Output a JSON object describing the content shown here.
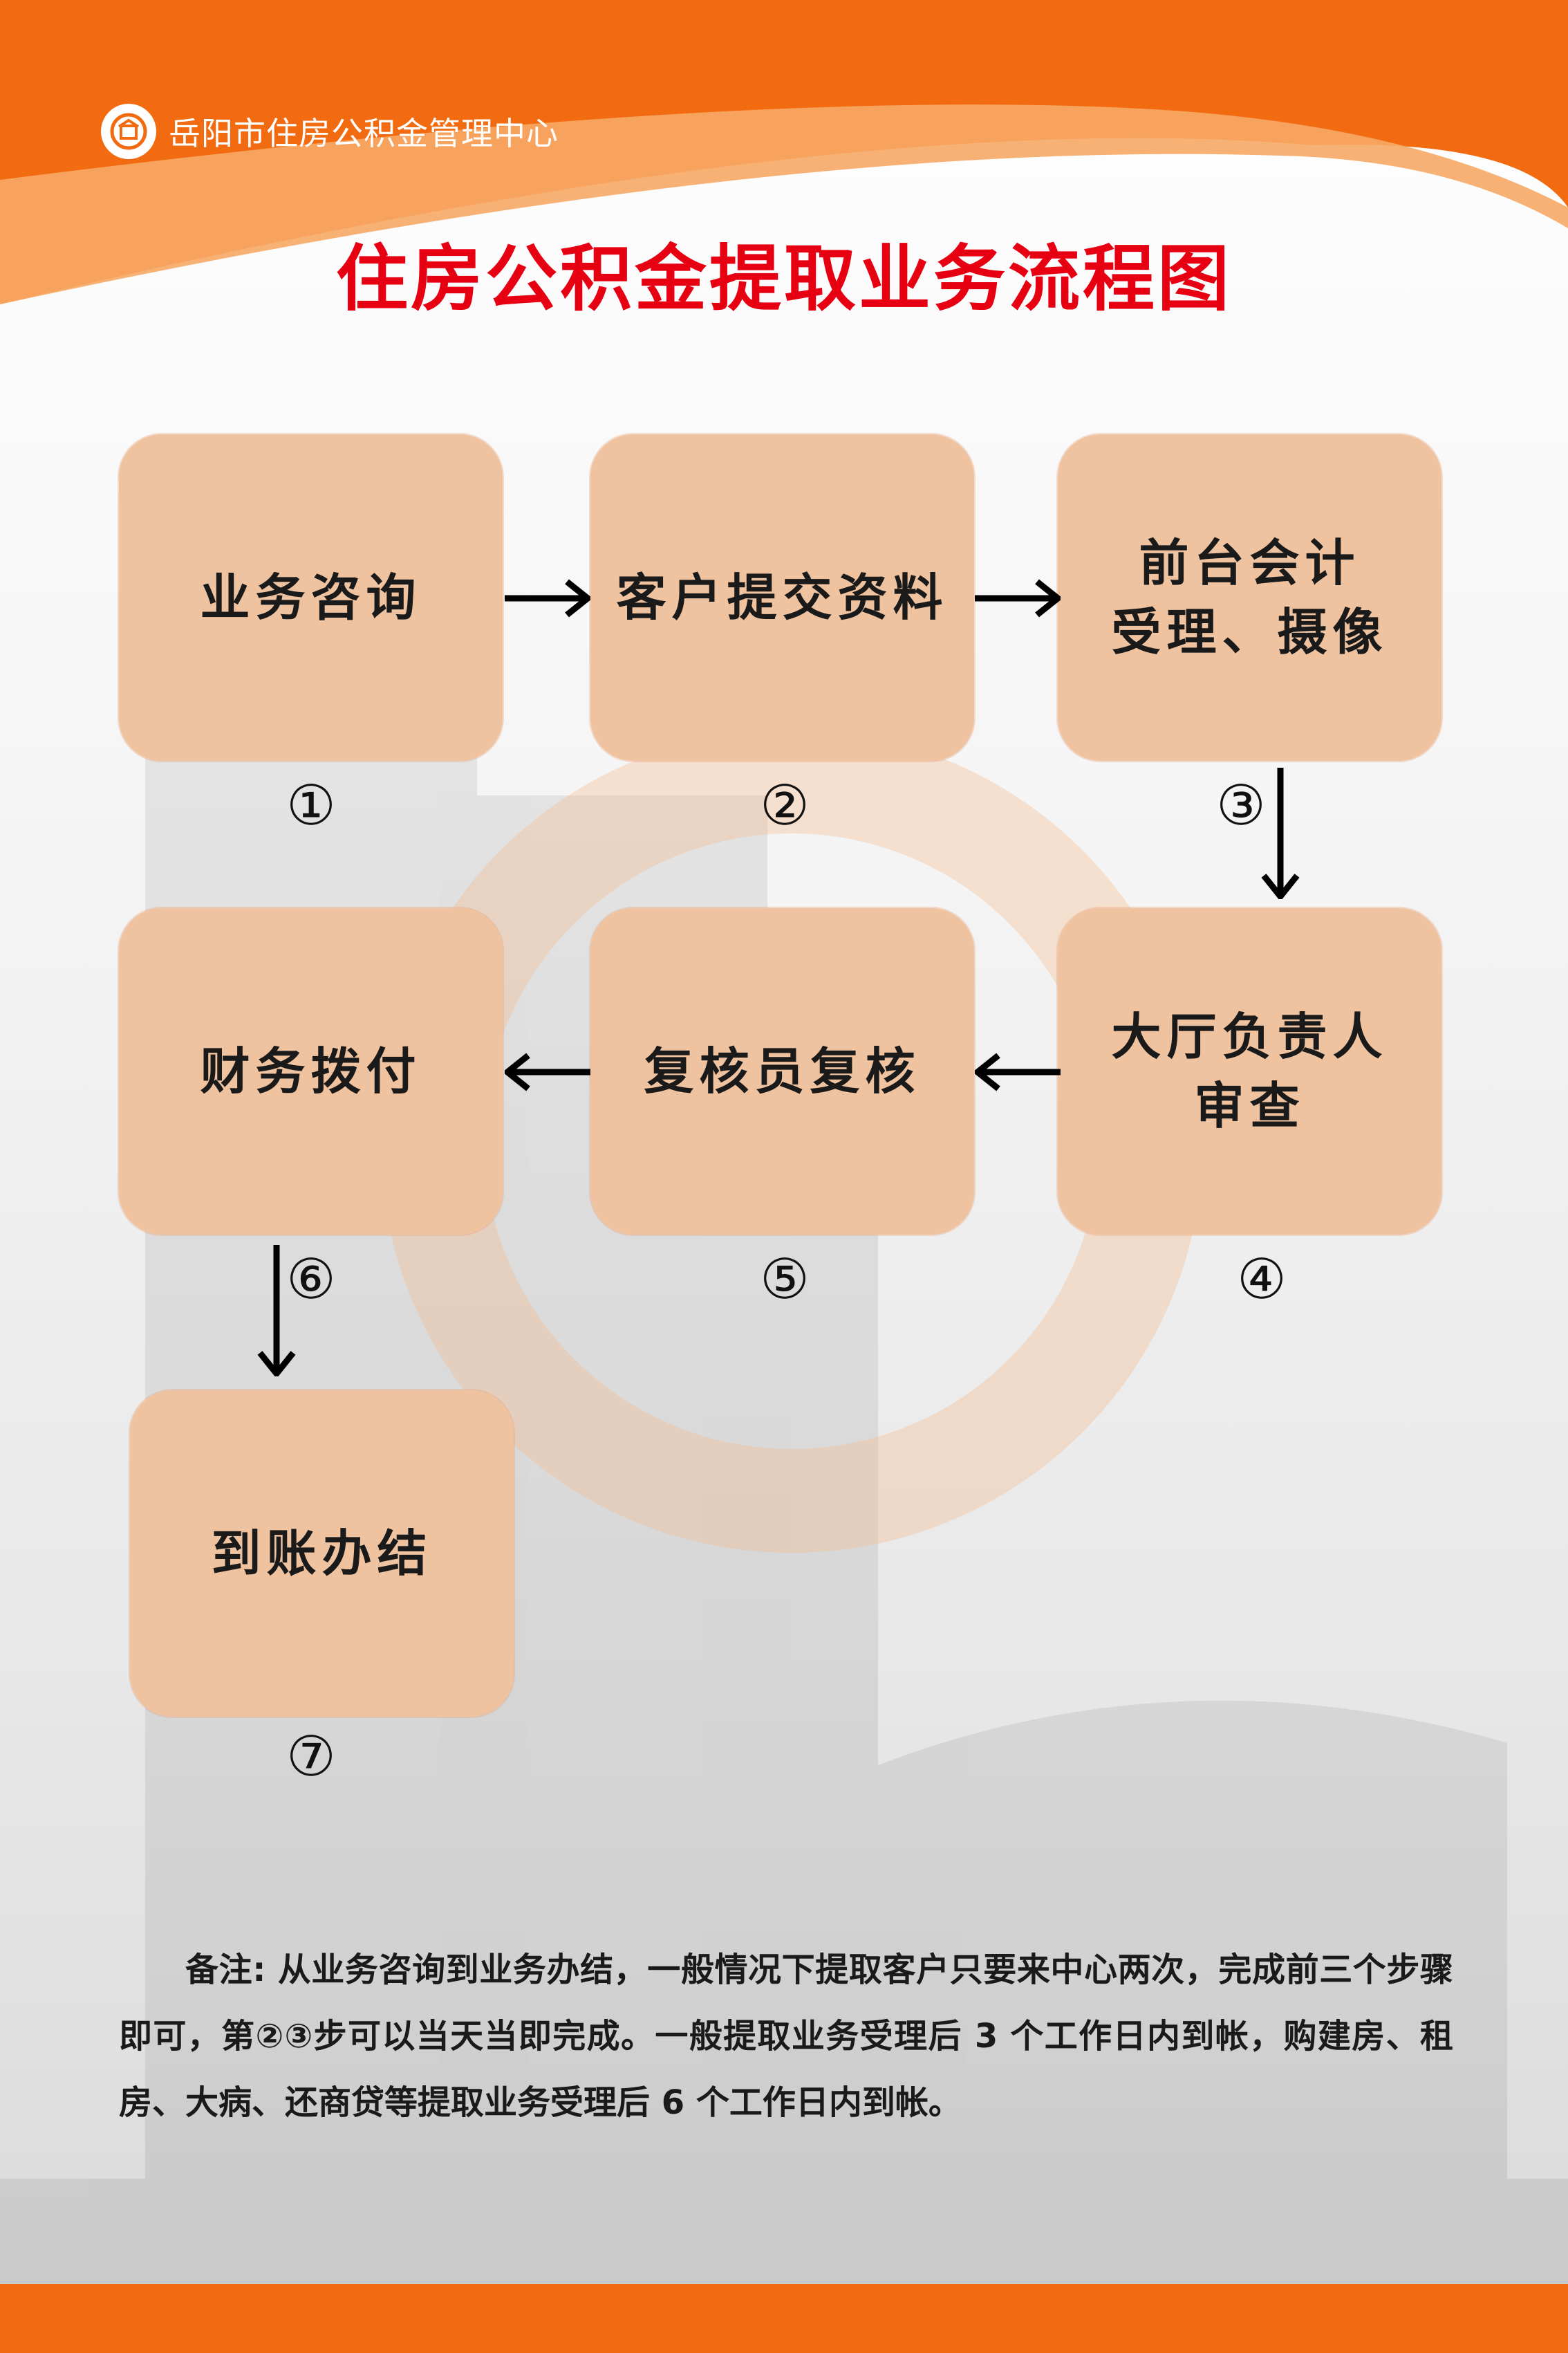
{
  "header": {
    "org_name": "岳阳市住房公积金管理中心"
  },
  "title": "住房公积金提取业务流程图",
  "steps": [
    {
      "number": "①",
      "label": "业务咨询"
    },
    {
      "number": "②",
      "label": "客户提交资料"
    },
    {
      "number": "③",
      "label": "前台会计\n受理、摄像"
    },
    {
      "number": "④",
      "label": "大厅负责人\n审查"
    },
    {
      "number": "⑤",
      "label": "复核员复核"
    },
    {
      "number": "⑥",
      "label": "财务拨付"
    },
    {
      "number": "⑦",
      "label": "到账办结"
    }
  ],
  "note": "备注: 从业务咨询到业务办结，一般情况下提取客户只要来中心两次，完成前三个步骤即可，第②③步可以当天当即完成。一般提取业务受理后 3 个工作日内到帐，购建房、租房、大病、还商贷等提取业务受理后 6 个工作日内到帐。",
  "colors": {
    "brand_orange": "#f26b10",
    "title_red": "#e60012",
    "step_fill": "#f0c3a0"
  }
}
